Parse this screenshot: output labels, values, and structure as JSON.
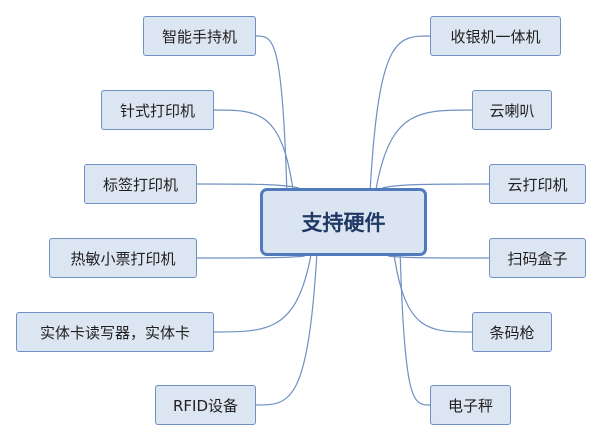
{
  "center": {
    "label": "支持硬件"
  },
  "left": [
    {
      "label": "智能手持机"
    },
    {
      "label": "针式打印机"
    },
    {
      "label": "标签打印机"
    },
    {
      "label": "热敏小票打印机"
    },
    {
      "label": "实体卡读写器，实体卡"
    },
    {
      "label": "RFID设备"
    }
  ],
  "right": [
    {
      "label": "收银机一体机"
    },
    {
      "label": "云喇叭"
    },
    {
      "label": "云打印机"
    },
    {
      "label": "扫码盒子"
    },
    {
      "label": "条码枪"
    },
    {
      "label": "电子秤"
    }
  ],
  "colors": {
    "node_fill": "#dce6f2",
    "node_border": "#6f90c2",
    "center_border": "#4f7bbd",
    "line": "#6f90c2"
  }
}
